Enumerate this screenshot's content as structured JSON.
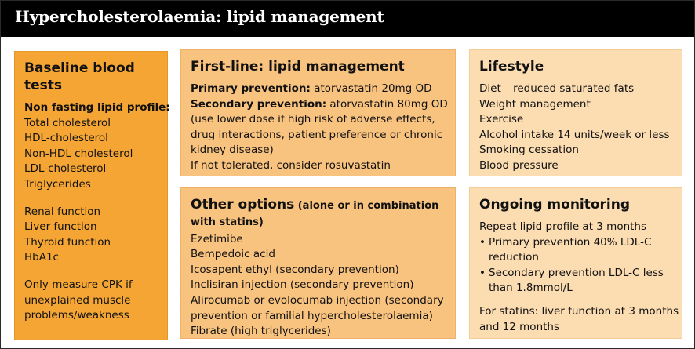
{
  "title": "Hypercholesterolaemia: lipid management",
  "baseline": {
    "heading": "Baseline blood tests",
    "subheading": "Non fasting lipid profile:",
    "lipid_items": [
      "Total cholesterol",
      "HDL-cholesterol",
      "Non-HDL cholesterol",
      "LDL-cholesterol",
      "Triglycerides"
    ],
    "other_items": [
      "Renal function",
      "Liver function",
      "Thyroid function",
      "HbA1c"
    ],
    "cpk_lines": [
      "Only measure CPK if",
      "unexplained muscle",
      "problems/weakness"
    ]
  },
  "first_line": {
    "heading": "First-line: lipid management",
    "primary_label": "Primary prevention:",
    "primary_value": " atorvastatin 20mg OD",
    "secondary_label": "Secondary prevention:",
    "secondary_value": " atorvastatin 80mg OD",
    "note_lines": [
      "(use lower dose if high risk of adverse effects,",
      "drug interactions, patient preference or chronic",
      "kidney disease)"
    ],
    "fallback": "If not tolerated, consider rosuvastatin"
  },
  "other_options": {
    "heading": "Other options",
    "heading_note_1": " (alone or in combination",
    "heading_note_2": "with statins)",
    "items": [
      "Ezetimibe",
      "Bempedoic acid",
      "Icosapent ethyl (secondary prevention)",
      "Inclisiran injection (secondary prevention)",
      "Alirocumab or evolocumab injection (secondary",
      "prevention or familial hypercholesterolaemia)",
      "Fibrate (high triglycerides)"
    ]
  },
  "lifestyle": {
    "heading": "Lifestyle",
    "items": [
      "Diet – reduced saturated fats",
      "Weight management",
      "Exercise",
      "Alcohol intake 14 units/week or less",
      "Smoking cessation",
      "Blood pressure"
    ]
  },
  "monitoring": {
    "heading": "Ongoing monitoring",
    "intro": "Repeat lipid profile at 3 months",
    "bullet_char": "•",
    "bullets": [
      {
        "line1": "Primary prevention 40% LDL-C",
        "line2": "reduction"
      },
      {
        "line1": "Secondary prevention LDL-C less",
        "line2": "than 1.8mmol/L"
      }
    ],
    "statin_lines": [
      "For statins: liver function at 3 months",
      "and 12 months"
    ]
  }
}
